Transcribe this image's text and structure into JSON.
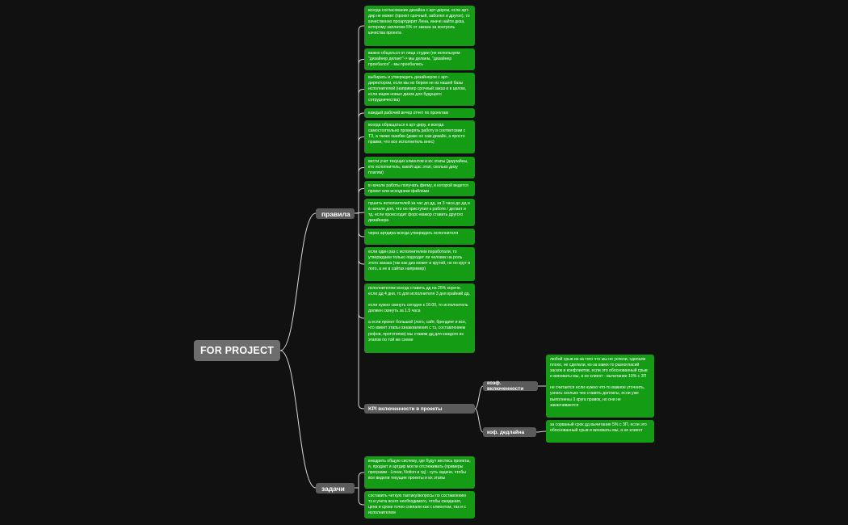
{
  "root": {
    "label": "FOR PROJECT"
  },
  "rules": {
    "label": "правила",
    "items": [
      {
        "lines": [
          "всегда согласование дизайна с арт-дирoм, если арт-дир не может (проект срочный, заболел и другое), то качественно проартдирит Лена, иначе найти диза, которому заплатим 5% от заказа за контроль качества проекта"
        ]
      },
      {
        "lines": [
          "важно общаться от лица студии (не используем \"дизайнер делает\"-> мы делаем, \"дизайнер проебался\" - мы проебались"
        ]
      },
      {
        "lines": [
          "выбирать и утверждать дизайнеров с арт-директором, если мы их берем не из нашей базы исполнителей (например срочный заказ и в целом, если ищем новых дизов для будущего сотрудничества)"
        ]
      },
      {
        "lines": [
          "каждый рабочий вечер отчет по проектам"
        ]
      },
      {
        "lines": [
          "всегда обращаться к арт-диру, и всегда самостоятельно проверять работу в соответсвии с ТЗ, а также ошибки (даже не сам дизайн, а просто правки, что все исполнитель внес)"
        ]
      },
      {
        "lines": [
          "вести учет текущих клиентов и их этапы (дедлайны, кто исполнитель, какой щас этап, сколько дизу платим)"
        ]
      },
      {
        "lines": [
          "в начале работы получать фигму, в которой ведется проект или исходники файлами"
        ]
      },
      {
        "lines": [
          "пушить исполнителей за час до дд, за 3 часа до дд и в начале дня, что он приступил к работе / делает и тд, если происходит форс-мажор ставить другого дизайнера"
        ]
      },
      {
        "lines": [
          "через артдира всегда утверждать исполнителя"
        ]
      },
      {
        "lines": [
          "если один раз с исполнителем поработали, то утверждаем только подходит ли человек на роль этого заказа (так как диз может и крутой, но он крут в лого, а не в сайтах например)"
        ]
      },
      {
        "lines": [
          "исполнителям всегда ставить дд на 25% короче. если дд 4 дня, то для исполнителя 3 дня крайний дд.",
          "",
          "если нужно скинуть сегодня к 16:00, то исполнитель должен скинуть за 1.5 часа",
          "",
          "а если проект большой (лого, сайт, брендинг и все, что имеет этапы ознакомления с тз, составлением рефов, прототипов) мы ставим дд для каждого из этапов по той же схеме"
        ]
      }
    ]
  },
  "kpi": {
    "label": "KPI включенности в проекты",
    "involvement": {
      "label": "коэф. включенности",
      "text": [
        "любой срыв  из-за того что мы не успели, сделали плохо, не сделали, из-за каких-то разногласий заскок и конфликтов, если это обоснованный срыв и виноваты мы, а не клиент - вычитание 10% с ЗП",
        "",
        "не считается если нужно что-то важное уточнить, узнать сколько чек ставить доплаты, если уже выполнены 3 круга правок, но они не заканчиваются"
      ]
    },
    "deadline": {
      "label": "коф. дедлайна",
      "text": [
        "за сорваный срок дд вычитание 5% с ЗП, если это обоснованный срыв и виноваты мы, а не клиент"
      ]
    }
  },
  "tasks": {
    "label": "задачи",
    "items": [
      {
        "lines": [
          "внедрить общую систему, где будут вестись проекты, я, продакт и артдир могли отслеживать (примеры программ - Linear, Notion и тд) - суть задачи, чтобы все видели текущие проекты и их этапы"
        ]
      },
      {
        "lines": [
          "составить четкую тактику/вопросы по составлению тз и учета всего необходимого, чтобы ожидания, цена и сроки точно совпали как с клиентом, так и с исполнителем"
        ]
      }
    ]
  },
  "colors": {
    "background": "#111111",
    "leaf": "#149c14",
    "node": "#5b5b5b",
    "root": "#6d6d6d",
    "link": "#d8d8d8"
  }
}
